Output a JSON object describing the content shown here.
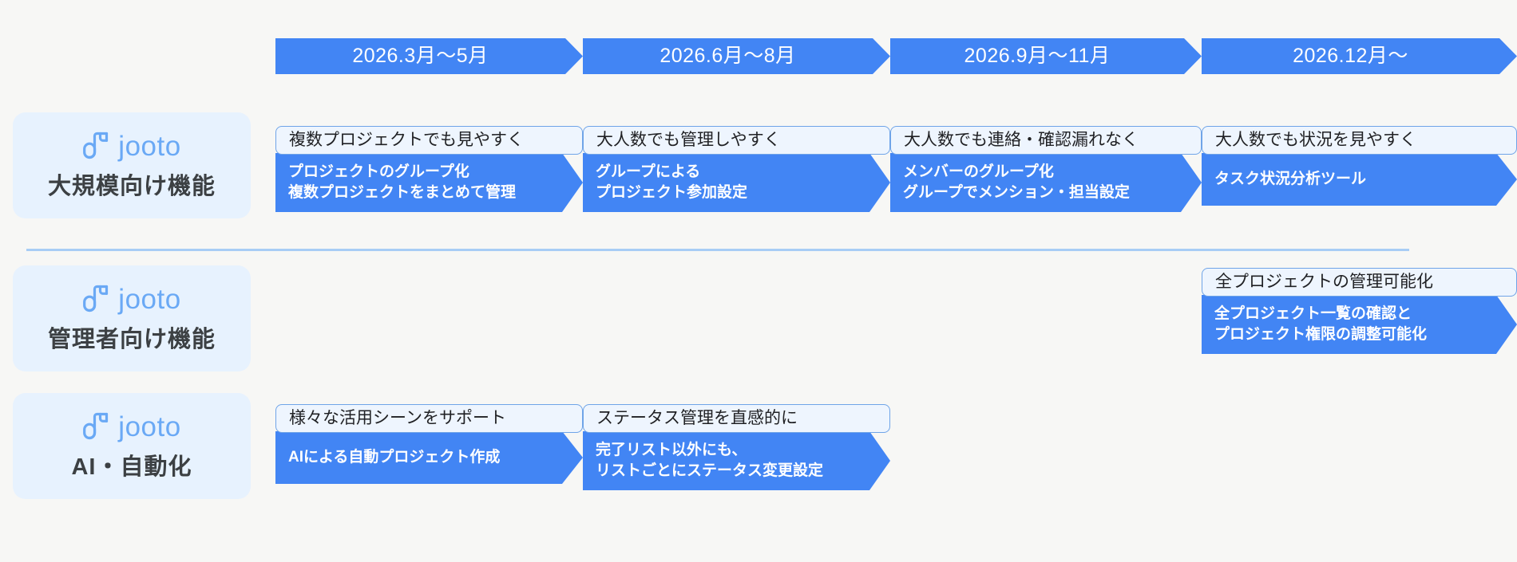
{
  "theme": {
    "background": "#f7f7f5",
    "accent_blue": "#4285f4",
    "light_blue_panel": "#e7f2fe",
    "head_box_fill": "#eef5fe",
    "head_box_border": "#6fa4e8",
    "logo_blue": "#6aa9f5",
    "title_text": "#3c4043",
    "divider": "#a8cdf5"
  },
  "brand": {
    "wordmark": "jooto",
    "logo_icon": "jooto-leaf-j-logo"
  },
  "timeline": {
    "periods": [
      {
        "label": "2026.3月〜5月"
      },
      {
        "label": "2026.6月〜8月"
      },
      {
        "label": "2026.9月〜11月"
      },
      {
        "label": "2026.12月〜"
      }
    ]
  },
  "rows": [
    {
      "id": "large-scale",
      "title": "大規模向け機能",
      "cells": [
        {
          "column": 0,
          "head": "複数プロジェクトでも見やすく",
          "body_lines": [
            "プロジェクトのグループ化",
            "複数プロジェクトをまとめて管理"
          ]
        },
        {
          "column": 1,
          "head": "大人数でも管理しやすく",
          "body_lines": [
            "グループによる",
            "プロジェクト参加設定"
          ]
        },
        {
          "column": 2,
          "head": "大人数でも連絡・確認漏れなく",
          "body_lines": [
            "メンバーのグループ化",
            "グループでメンション・担当設定"
          ]
        },
        {
          "column": 3,
          "head": "大人数でも状況を見やすく",
          "body_lines": [
            "タスク状況分析ツール"
          ]
        }
      ]
    },
    {
      "id": "admin",
      "title": "管理者向け機能",
      "cells": [
        {
          "column": 3,
          "head": "全プロジェクトの管理可能化",
          "body_lines": [
            "全プロジェクト一覧の確認と",
            "プロジェクト権限の調整可能化"
          ]
        }
      ]
    },
    {
      "id": "ai-automation",
      "title": "AI・自動化",
      "cells": [
        {
          "column": 0,
          "head": "様々な活用シーンをサポート",
          "body_lines": [
            "AIによる自動プロジェクト作成"
          ]
        },
        {
          "column": 1,
          "head": "ステータス管理を直感的に",
          "body_lines": [
            "完了リスト以外にも、",
            "リストごとにステータス変更設定"
          ]
        }
      ]
    }
  ]
}
